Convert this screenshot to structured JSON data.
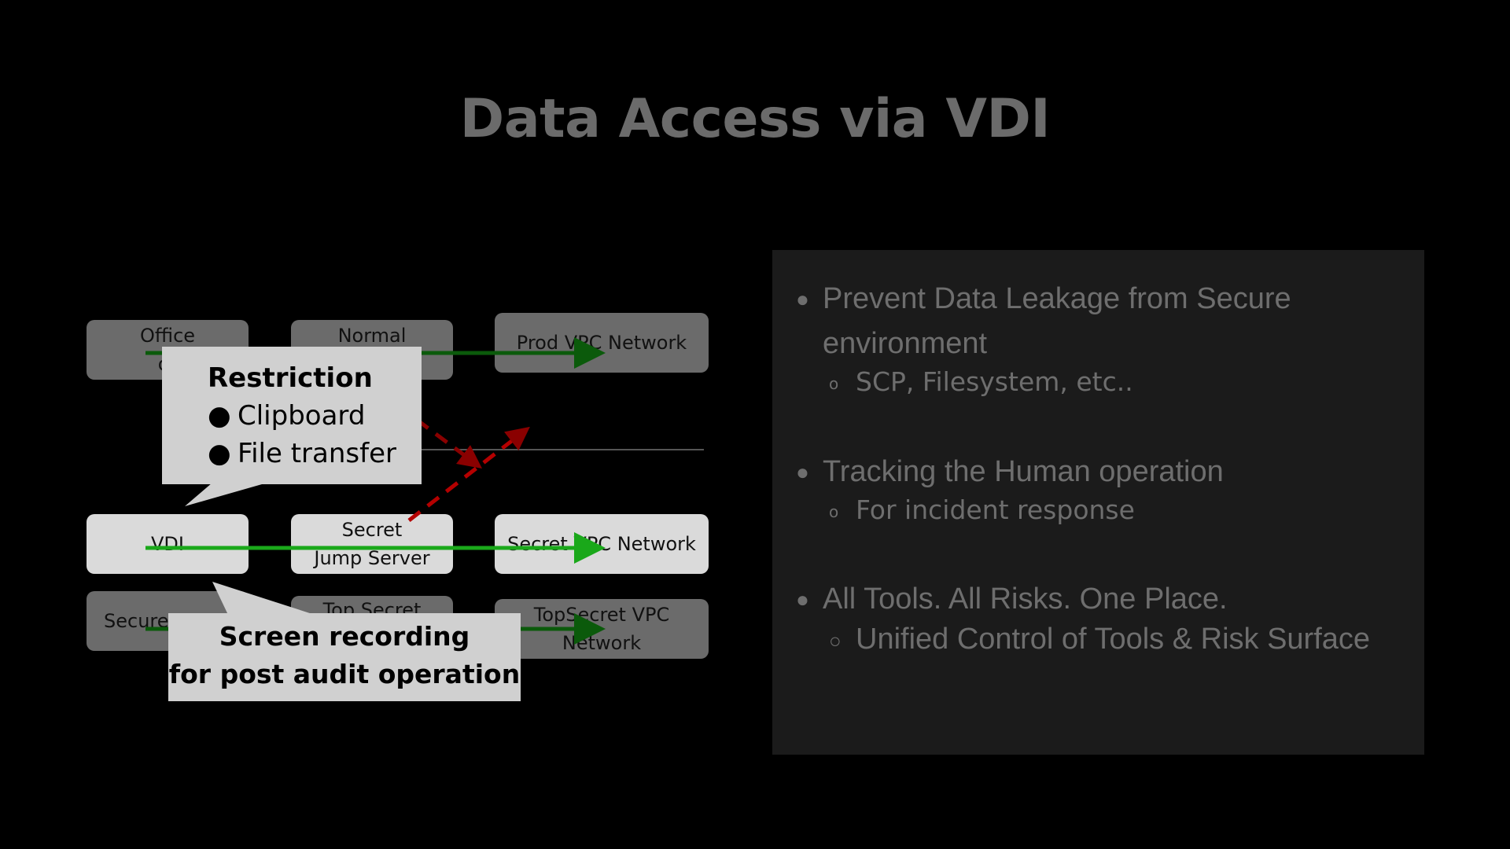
{
  "slide": {
    "title": "Data Access via VDI"
  },
  "diagram": {
    "nodes": {
      "office": "Office\nor",
      "normal_jump": "Normal\n          r",
      "prod_vpc": "Prod VPC Network",
      "vdi": "VDI",
      "secret_jump": "Secret\nJump Server",
      "secret_vpc": "Secret VPC Network",
      "secure": "Secure",
      "topsecret_jump": "Top Secret",
      "topsecret_vpc": "TopSecret VPC\nNetwork"
    },
    "callouts": {
      "restriction_heading": "Restriction",
      "restriction_items": [
        "Clipboard",
        "File transfer"
      ],
      "bullet": "●",
      "recording_line1": "Screen recording",
      "recording_line2": "for post audit operation"
    },
    "colors": {
      "green_arrow": "#1aa81a",
      "dark_green_arrow": "#0b5a0b",
      "red_dashed": "#b40000"
    }
  },
  "panel": {
    "bullet": "●",
    "sub_bullet": "o",
    "sub_bullet_big": "○",
    "items": [
      {
        "text": "Prevent Data Leakage from Secure environment",
        "sub": "SCP, Filesystem, etc.."
      },
      {
        "text": "Tracking the Human operation",
        "sub": "For incident response"
      },
      {
        "text": "All Tools. All Risks. One Place.",
        "sub": "Unified Control of Tools & Risk Surface"
      }
    ]
  }
}
